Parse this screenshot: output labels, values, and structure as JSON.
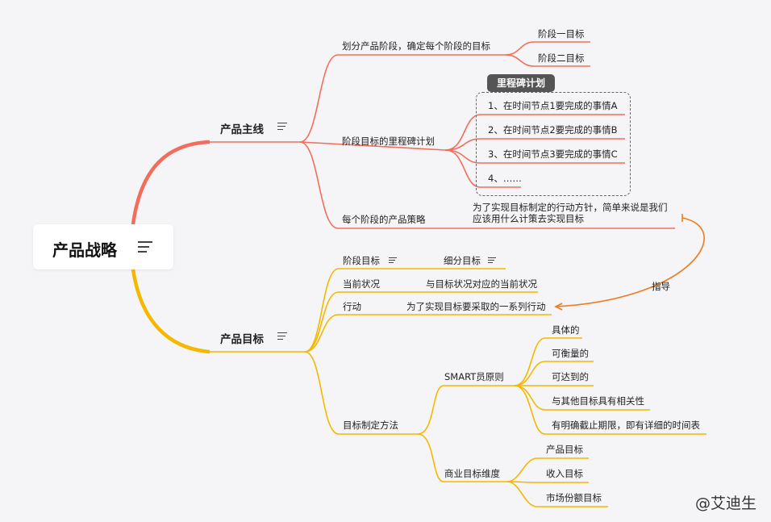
{
  "root": {
    "label": "产品战略"
  },
  "branches": {
    "product_mainline": {
      "label": "产品主线",
      "color": "#f26e5c",
      "children": {
        "stage_division": {
          "label": "划分产品阶段，确定每个阶段的目标",
          "items": [
            "阶段一目标",
            "阶段二目标"
          ]
        },
        "milestone_plan": {
          "label": "阶段目标的里程碑计划",
          "boundary_title": "里程碑计划",
          "items": [
            "1、在时间节点1要完成的事情A",
            "2、在时间节点2要完成的事情B",
            "3、在时间节点3要完成的事情C",
            "4、……"
          ]
        },
        "stage_strategy": {
          "label": "每个阶段的产品策略",
          "note": "为了实现目标制定的行动方针，简单来说是我们应该用什么计策去实现目标"
        }
      }
    },
    "product_goal": {
      "label": "产品目标",
      "color": "#f5b800",
      "children": {
        "stage_goal": {
          "label": "阶段目标",
          "sub": "细分目标"
        },
        "current_status": {
          "label": "当前状况",
          "sub": "与目标状况对应的当前状况"
        },
        "action": {
          "label": "行动",
          "sub": "为了实现目标要采取的一系列行动"
        },
        "goal_method": {
          "label": "目标制定方法",
          "smart": {
            "label": "SMART员原则",
            "items": [
              "具体的",
              "可衡量的",
              "可达到的",
              "与其他目标具有相关性",
              "有明确截止期限，即有详细的时间表"
            ]
          },
          "business": {
            "label": "商业目标维度",
            "items": [
              "产品目标",
              "收入目标",
              "市场份额目标"
            ]
          }
        }
      }
    }
  },
  "relation": {
    "label": "指导",
    "color": "#f07a1e"
  },
  "watermark": "@艾迪生"
}
